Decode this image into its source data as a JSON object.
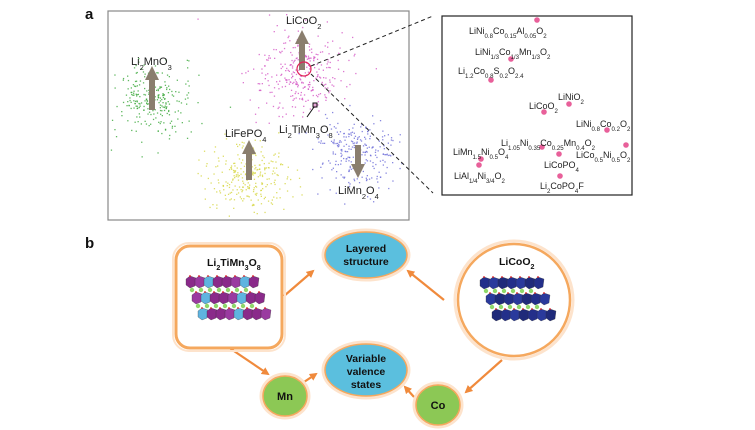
{
  "panel_a": {
    "label": "a",
    "clusters": [
      {
        "name": "Li2MnO3",
        "color": "#3aa83a",
        "arrow": "up"
      },
      {
        "name": "LiCoO2",
        "color": "#d455c4",
        "arrow": "up"
      },
      {
        "name": "LiFePO4",
        "color": "#d6d640",
        "arrow": "up"
      },
      {
        "name": "LiMn2O4",
        "color": "#6a6ad8",
        "arrow": "down"
      }
    ],
    "cluster_labels": {
      "li2mno3": [
        [
          "Li",
          ""
        ],
        [
          "2",
          "sub"
        ],
        [
          "MnO",
          ""
        ],
        [
          "3",
          "sub"
        ]
      ],
      "licoo2": [
        [
          "LiCoO",
          ""
        ],
        [
          "2",
          "sub"
        ]
      ],
      "lifepo4": [
        [
          "LiFePO",
          ""
        ],
        [
          "4",
          "sub"
        ]
      ],
      "limn2o4": [
        [
          "LiMn",
          ""
        ],
        [
          "2",
          "sub"
        ],
        [
          "O",
          ""
        ],
        [
          "4",
          "sub"
        ]
      ],
      "li2timn3o8": [
        [
          "Li",
          ""
        ],
        [
          "2",
          "sub"
        ],
        [
          "TiMn",
          ""
        ],
        [
          "3",
          "sub"
        ],
        [
          "O",
          ""
        ],
        [
          "8",
          "sub"
        ]
      ]
    },
    "zoom_inset": {
      "point_color": "#e8609a",
      "labels": [
        [
          [
            "LiNi",
            ""
          ],
          [
            "0.8",
            "sub"
          ],
          [
            "Co",
            ""
          ],
          [
            "0.15",
            "sub"
          ],
          [
            "Al",
            ""
          ],
          [
            "0.05",
            "sub"
          ],
          [
            "O",
            ""
          ],
          [
            "2",
            "sub"
          ]
        ],
        [
          [
            "LiNi",
            ""
          ],
          [
            "1/3",
            "sub"
          ],
          [
            "Co",
            ""
          ],
          [
            "1/3",
            "sub"
          ],
          [
            "Mn",
            ""
          ],
          [
            "1/3",
            "sub"
          ],
          [
            "O",
            ""
          ],
          [
            "2",
            "sub"
          ]
        ],
        [
          [
            "Li",
            ""
          ],
          [
            "1.2",
            "sub"
          ],
          [
            "Co",
            ""
          ],
          [
            "0.8",
            "sub"
          ],
          [
            "S",
            ""
          ],
          [
            "0.2",
            "sub"
          ],
          [
            "O",
            ""
          ],
          [
            "2.4",
            "sub"
          ]
        ],
        [
          [
            "LiNiO",
            ""
          ],
          [
            "2",
            "sub"
          ]
        ],
        [
          [
            "LiCoO",
            ""
          ],
          [
            "2",
            "sub"
          ]
        ],
        [
          [
            "LiNi",
            ""
          ],
          [
            "0.8",
            "sub"
          ],
          [
            "Co",
            ""
          ],
          [
            "0.2",
            "sub"
          ],
          [
            "O",
            ""
          ],
          [
            "2",
            "sub"
          ]
        ],
        [
          [
            "Li",
            ""
          ],
          [
            "1.05",
            "sub"
          ],
          [
            "Ni",
            ""
          ],
          [
            "0.35",
            "sub"
          ],
          [
            "Co",
            ""
          ],
          [
            "0.25",
            "sub"
          ],
          [
            "Mn",
            ""
          ],
          [
            "0.4",
            "sub"
          ],
          [
            "O",
            ""
          ],
          [
            "2",
            "sub"
          ]
        ],
        [
          [
            "LiMn",
            ""
          ],
          [
            "1.5",
            "sub"
          ],
          [
            "Ni",
            ""
          ],
          [
            "0.5",
            "sub"
          ],
          [
            "O",
            ""
          ],
          [
            "4",
            "sub"
          ]
        ],
        [
          [
            "LiCoPO",
            ""
          ],
          [
            "4",
            "sub"
          ]
        ],
        [
          [
            "LiCo",
            ""
          ],
          [
            "0.5",
            "sub"
          ],
          [
            "Ni",
            ""
          ],
          [
            "0.5",
            "sub"
          ],
          [
            "O",
            ""
          ],
          [
            "2",
            "sub"
          ]
        ],
        [
          [
            "LiAl",
            ""
          ],
          [
            "1/4",
            "sub"
          ],
          [
            "Ni",
            ""
          ],
          [
            "3/4",
            "sub"
          ],
          [
            "O",
            ""
          ],
          [
            "2",
            "sub"
          ]
        ],
        [
          [
            "Li",
            ""
          ],
          [
            "2",
            "sub"
          ],
          [
            "CoPO",
            ""
          ],
          [
            "4",
            "sub"
          ],
          [
            "F",
            ""
          ]
        ]
      ]
    }
  },
  "panel_b": {
    "label": "b",
    "left_box_title": [
      [
        "Li",
        ""
      ],
      [
        "2",
        "sub"
      ],
      [
        "TiMn",
        ""
      ],
      [
        "3",
        "sub"
      ],
      [
        "O",
        ""
      ],
      [
        "8",
        "sub"
      ]
    ],
    "right_circle_title": [
      [
        "LiCoO",
        ""
      ],
      [
        "2",
        "sub"
      ]
    ],
    "layered_structure": [
      "Layered",
      "structure"
    ],
    "variable_valence": [
      "Variable",
      "valence",
      "states"
    ],
    "mn": "Mn",
    "co": "Co",
    "colors": {
      "blue_node": "#5bbfde",
      "green_node": "#8cc855",
      "arrow": "#f08a3c",
      "frame": "#f5a85e"
    }
  }
}
